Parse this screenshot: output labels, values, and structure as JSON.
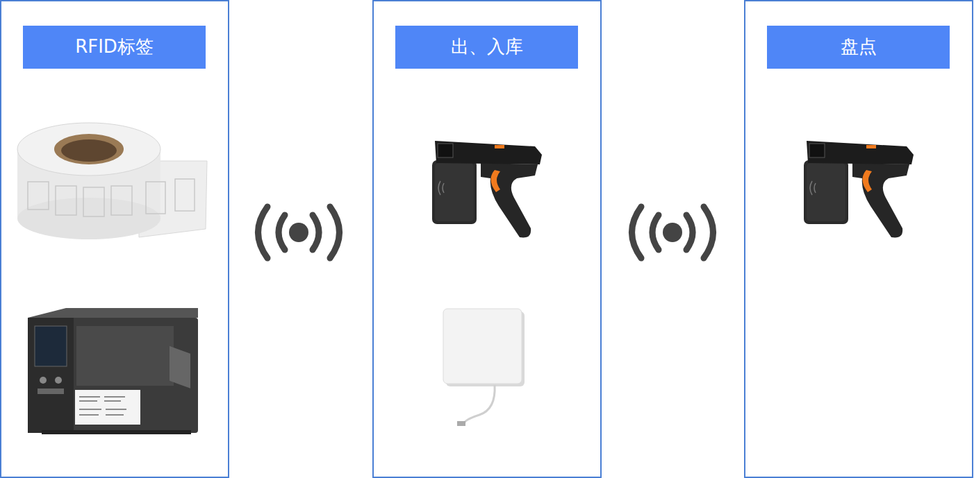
{
  "diagram": {
    "nodes": [
      {
        "text": [
          "RFID标签"
        ]
      },
      {
        "text": [
          "出、入库"
        ]
      },
      {
        "text": [
          "盘点"
        ]
      }
    ]
  }
}
